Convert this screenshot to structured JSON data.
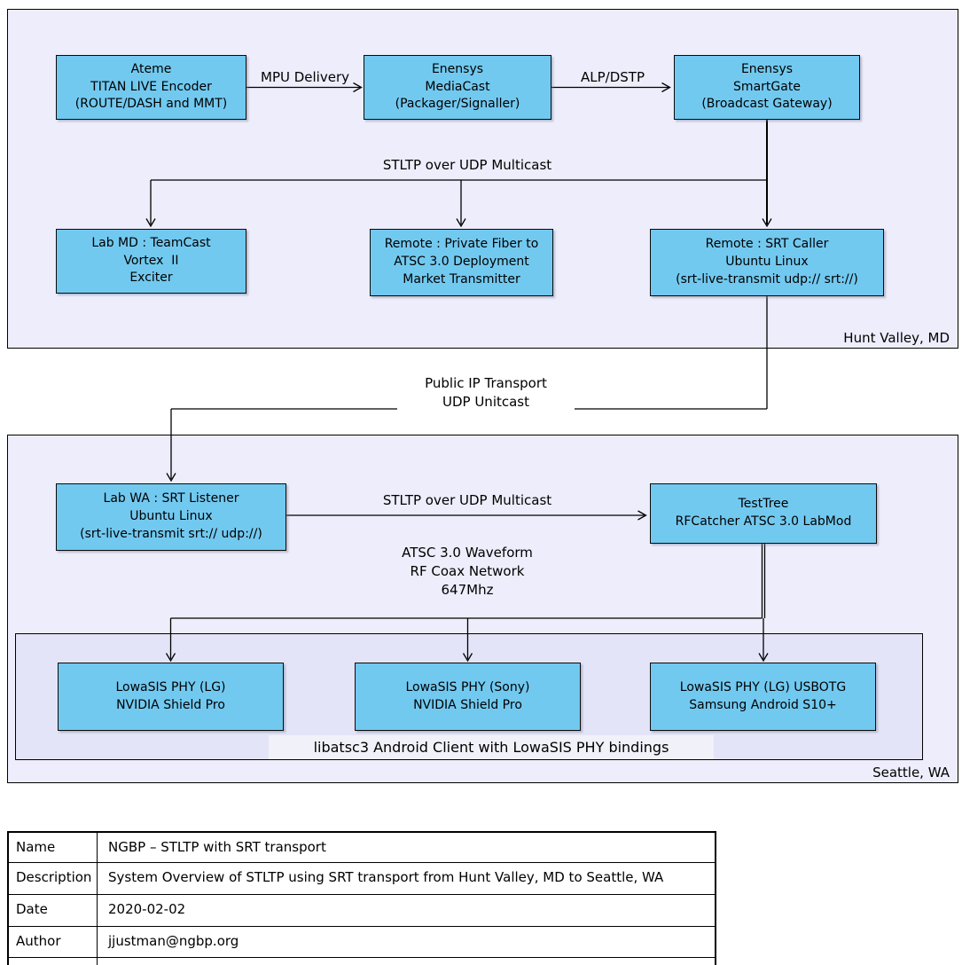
{
  "diagram": {
    "regions": {
      "hunt_valley": {
        "label": "Hunt Valley, MD"
      },
      "seattle": {
        "label": "Seattle, WA"
      }
    },
    "group": {
      "label": "libatsc3 Android Client with LowaSIS PHY bindings"
    },
    "nodes": {
      "ateme": {
        "lines": [
          "Ateme",
          "TITAN LIVE Encoder",
          "(ROUTE/DASH and MMT)"
        ]
      },
      "mediacast": {
        "lines": [
          "Enensys",
          "MediaCast",
          "(Packager/Signaller)"
        ]
      },
      "smartgate": {
        "lines": [
          "Enensys",
          "SmartGate",
          "(Broadcast Gateway)"
        ]
      },
      "labmd": {
        "lines": [
          "Lab MD : TeamCast",
          "Vortex  II",
          "Exciter"
        ]
      },
      "remotefiber": {
        "lines": [
          "Remote : Private Fiber to",
          "ATSC 3.0 Deployment",
          "Market Transmitter"
        ]
      },
      "srtcaller": {
        "lines": [
          "Remote : SRT Caller",
          "Ubuntu Linux",
          "(srt-live-transmit udp:// srt://)"
        ]
      },
      "srtlistener": {
        "lines": [
          "Lab WA : SRT Listener",
          "Ubuntu Linux",
          "(srt-live-transmit srt:// udp://)"
        ]
      },
      "testtree": {
        "lines": [
          "TestTree",
          "RFCatcher ATSC 3.0 LabMod"
        ]
      },
      "phy_lg": {
        "lines": [
          "LowaSIS PHY (LG)",
          "NVIDIA Shield Pro"
        ]
      },
      "phy_sony": {
        "lines": [
          "LowaSIS PHY (Sony)",
          "NVIDIA Shield Pro"
        ]
      },
      "phy_usbotg": {
        "lines": [
          "LowaSIS PHY (LG) USBOTG",
          "Samsung Android S10+"
        ]
      }
    },
    "connectors": {
      "mpu": {
        "label": "MPU Delivery"
      },
      "alp": {
        "label": "ALP/DSTP"
      },
      "stltp_top": {
        "label": "STLTP over UDP Multicast"
      },
      "public_ip": {
        "lines": [
          "Public IP Transport",
          "UDP Unitcast"
        ]
      },
      "stltp_bottom": {
        "label": "STLTP over UDP Multicast"
      },
      "rf": {
        "lines": [
          "ATSC 3.0 Waveform",
          "RF Coax Network",
          "647Mhz"
        ]
      }
    }
  },
  "metadata_table": {
    "rows": [
      {
        "key": "Name",
        "value": "NGBP – STLTP with SRT transport"
      },
      {
        "key": "Description",
        "value": "System Overview of STLTP using SRT transport from Hunt Valley, MD to Seattle, WA"
      },
      {
        "key": "Date",
        "value": "2020-02-02"
      },
      {
        "key": "Author",
        "value": "jjustman@ngbp.org"
      }
    ]
  },
  "colors": {
    "node_fill": "#72C9F0",
    "region_fill": "#EDEDFB",
    "group_fill": "#E4E4F8",
    "group_label_fill": "#F1F1F9",
    "line": "#000000"
  }
}
